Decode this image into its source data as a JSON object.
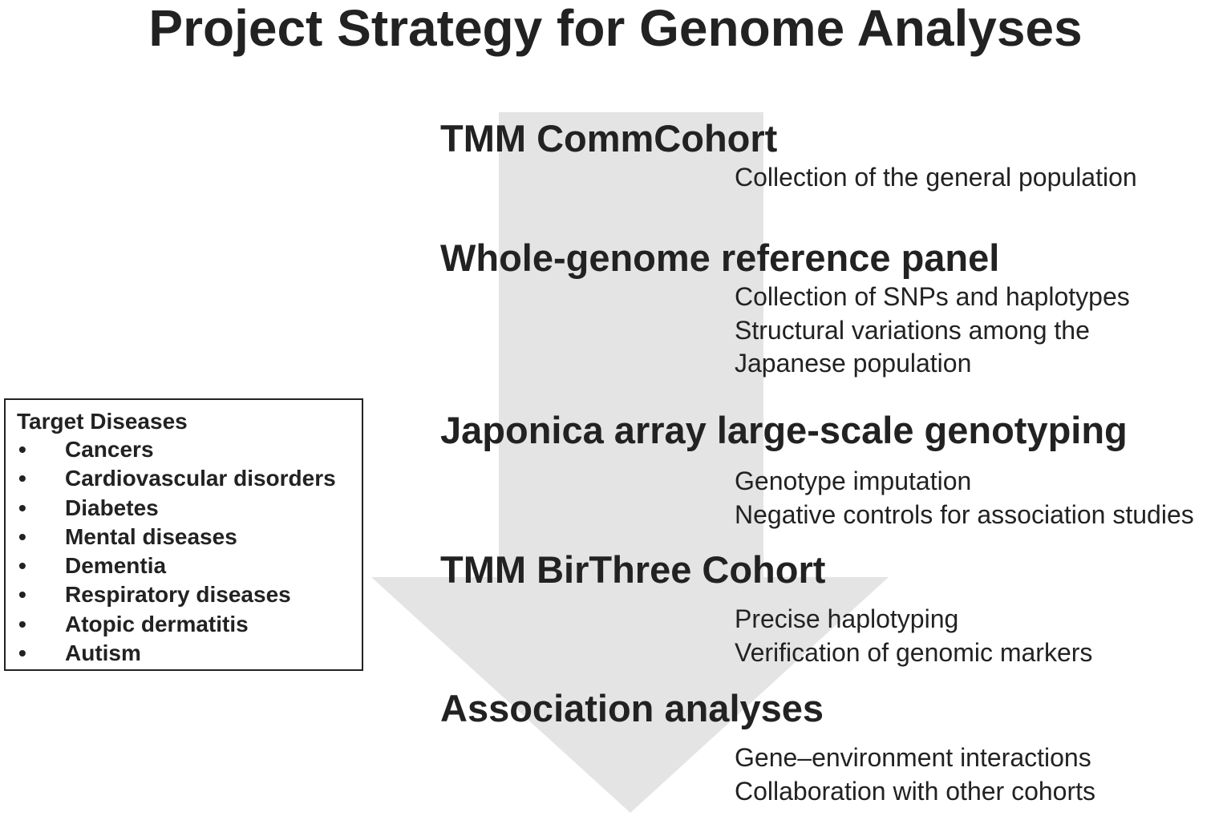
{
  "title": "Project Strategy for Genome Analyses",
  "colors": {
    "arrow": "#e4e4e4",
    "text": "#222222",
    "box_border": "#222222"
  },
  "target_diseases": {
    "title": "Target Diseases",
    "bullet": "•",
    "items": [
      "Cancers",
      "Cardiovascular disorders",
      "Diabetes",
      "Mental diseases",
      "Dementia",
      "Respiratory diseases",
      "Atopic dermatitis",
      "Autism"
    ]
  },
  "steps": [
    {
      "heading": "TMM CommCohort",
      "details": [
        "Collection of the general population"
      ]
    },
    {
      "heading": "Whole-genome reference panel",
      "details": [
        "Collection of SNPs and haplotypes",
        "Structural variations among the",
        "Japanese population"
      ]
    },
    {
      "heading": "Japonica array large-scale genotyping",
      "details": [
        "Genotype imputation",
        "Negative controls for association studies"
      ]
    },
    {
      "heading": "TMM BirThree Cohort",
      "details": [
        "Precise haplotyping",
        "Verification of genomic markers"
      ]
    },
    {
      "heading": "Association analyses",
      "details": [
        "Gene–environment interactions",
        "Collaboration with other cohorts"
      ]
    }
  ]
}
